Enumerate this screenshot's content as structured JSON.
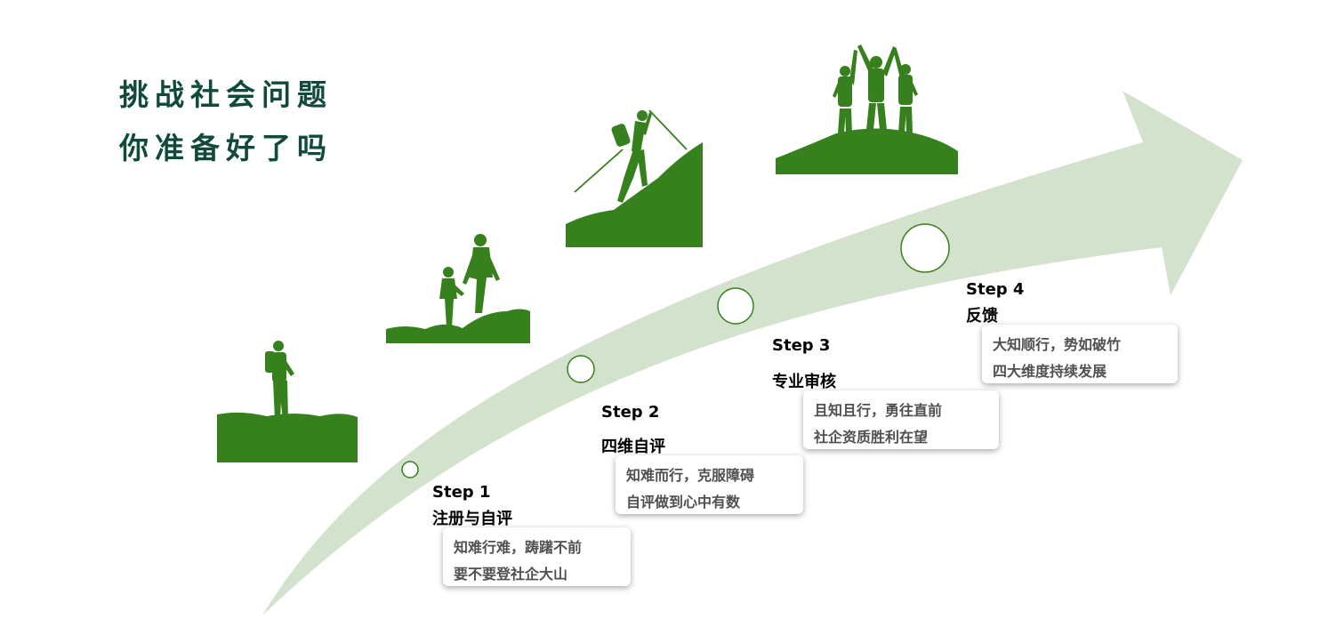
{
  "headline": {
    "line1": "挑战社会问题",
    "line2": "你准备好了吗"
  },
  "colors": {
    "headline": "#0f4a3a",
    "silhouette": "#37801e",
    "arrow": "#d3e2cd",
    "marker_stroke": "#37801e",
    "caption_text": "#505050"
  },
  "steps": [
    {
      "step": "Step 1",
      "title": "注册与自评",
      "lines": [
        "知难行难，踌躇不前",
        "要不要登社企大山"
      ]
    },
    {
      "step": "Step 2",
      "title": "四维自评",
      "lines": [
        "知难而行，克服障碍",
        "自评做到心中有数"
      ]
    },
    {
      "step": "Step 3",
      "title": "专业审核",
      "lines": [
        "且知且行，勇往直前",
        "社企资质胜利在望"
      ]
    },
    {
      "step": "Step 4",
      "title": "反馈",
      "lines": [
        "大知顺行，势如破竹",
        "四大维度持续发展"
      ]
    }
  ]
}
